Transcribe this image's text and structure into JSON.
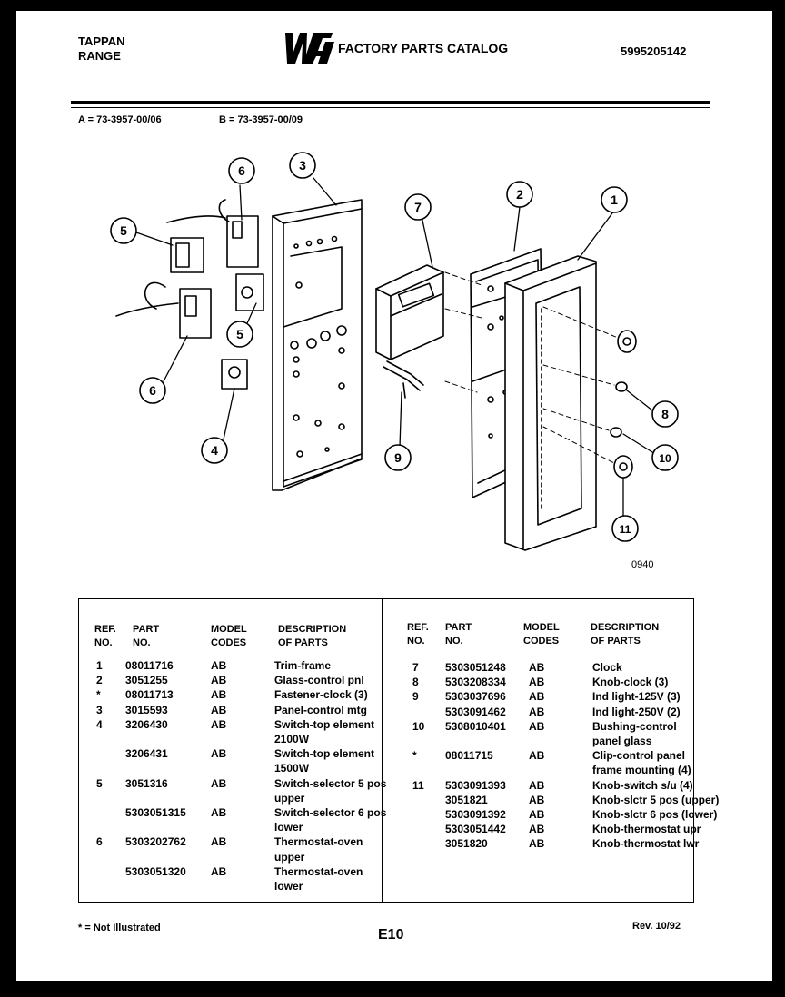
{
  "header": {
    "brand_line1": "TAPPAN",
    "brand_line2": "RANGE",
    "logo_text": "WCI",
    "catalog_title": "FACTORY PARTS CATALOG",
    "catalog_number": "5995205142"
  },
  "models": {
    "a": "A = 73-3957-00/06",
    "b": "B = 73-3957-00/09"
  },
  "diagram": {
    "figure_code": "0940",
    "callouts": [
      "1",
      "2",
      "3",
      "4",
      "5",
      "5",
      "6",
      "6",
      "7",
      "8",
      "9",
      "10",
      "11"
    ]
  },
  "table": {
    "headers": {
      "ref": [
        "REF.",
        "NO."
      ],
      "part": [
        "PART",
        "NO."
      ],
      "model": [
        "MODEL",
        "CODES"
      ],
      "desc": [
        "DESCRIPTION",
        "OF PARTS"
      ]
    },
    "left_rows": [
      {
        "ref": "1",
        "part": "08011716",
        "model": "AB",
        "desc": "Trim-frame"
      },
      {
        "ref": "2",
        "part": "3051255",
        "model": "AB",
        "desc": "Glass-control pnl"
      },
      {
        "ref": "*",
        "part": "08011713",
        "model": "AB",
        "desc": "Fastener-clock (3)"
      },
      {
        "ref": "3",
        "part": "3015593",
        "model": "AB",
        "desc": "Panel-control mtg"
      },
      {
        "ref": "4",
        "part": "3206430",
        "model": "AB",
        "desc": "Switch-top element"
      },
      {
        "ref": "",
        "part": "",
        "model": "",
        "desc": "2100W"
      },
      {
        "ref": "",
        "part": "3206431",
        "model": "AB",
        "desc": "Switch-top element"
      },
      {
        "ref": "",
        "part": "",
        "model": "",
        "desc": "1500W"
      },
      {
        "ref": "5",
        "part": "3051316",
        "model": "AB",
        "desc": "Switch-selector 5 pos"
      },
      {
        "ref": "",
        "part": "",
        "model": "",
        "desc": "upper"
      },
      {
        "ref": "",
        "part": "5303051315",
        "model": "AB",
        "desc": "Switch-selector 6 pos"
      },
      {
        "ref": "",
        "part": "",
        "model": "",
        "desc": "lower"
      },
      {
        "ref": "6",
        "part": "5303202762",
        "model": "AB",
        "desc": "Thermostat-oven"
      },
      {
        "ref": "",
        "part": "",
        "model": "",
        "desc": "upper"
      },
      {
        "ref": "",
        "part": "5303051320",
        "model": "AB",
        "desc": "Thermostat-oven"
      },
      {
        "ref": "",
        "part": "",
        "model": "",
        "desc": "lower"
      }
    ],
    "right_rows": [
      {
        "ref": "7",
        "part": "5303051248",
        "model": "AB",
        "desc": "Clock"
      },
      {
        "ref": "8",
        "part": "5303208334",
        "model": "AB",
        "desc": "Knob-clock (3)"
      },
      {
        "ref": "9",
        "part": "5303037696",
        "model": "AB",
        "desc": "Ind light-125V (3)"
      },
      {
        "ref": "",
        "part": "5303091462",
        "model": "AB",
        "desc": "Ind light-250V (2)"
      },
      {
        "ref": "10",
        "part": "5308010401",
        "model": "AB",
        "desc": "Bushing-control"
      },
      {
        "ref": "",
        "part": "",
        "model": "",
        "desc": "panel glass"
      },
      {
        "ref": "*",
        "part": "08011715",
        "model": "AB",
        "desc": "Clip-control panel"
      },
      {
        "ref": "",
        "part": "",
        "model": "",
        "desc": "frame mounting (4)"
      },
      {
        "ref": "11",
        "part": "5303091393",
        "model": "AB",
        "desc": "Knob-switch s/u (4)"
      },
      {
        "ref": "",
        "part": "3051821",
        "model": "AB",
        "desc": "Knob-slctr 5 pos (upper)"
      },
      {
        "ref": "",
        "part": "5303091392",
        "model": "AB",
        "desc": "Knob-slctr 6 pos (lower)"
      },
      {
        "ref": "",
        "part": "5303051442",
        "model": "AB",
        "desc": "Knob-thermostat upr"
      },
      {
        "ref": "",
        "part": "3051820",
        "model": "AB",
        "desc": "Knob-thermostat lwr"
      }
    ]
  },
  "footer": {
    "note": "* = Not Illustrated",
    "page": "E10",
    "revision": "Rev. 10/92"
  }
}
